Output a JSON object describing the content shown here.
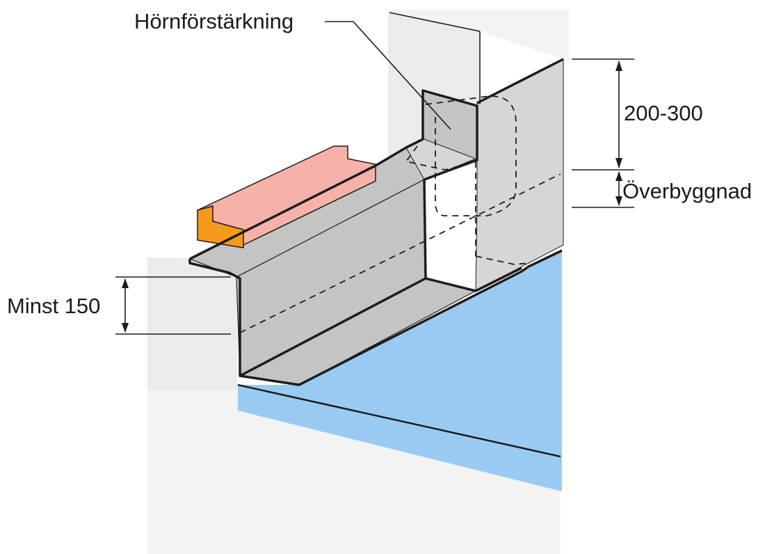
{
  "labels": {
    "corner_reinforcement": "Hörnförstärkning",
    "height_range": "200-300",
    "superstructure": "Överbyggnad",
    "minimum": "Minst 150"
  },
  "colors": {
    "background": "#ffffff",
    "wall": "#ebebeb",
    "wall_shadow": "#f3f3f3",
    "sheet_metal": "#c4c4c4",
    "sheet_metal_light": "#d6d6d6",
    "roof_membrane": "#99cbf2",
    "wood_face": "#f6b1a8",
    "wood_end": "#f59a1c",
    "line": "#1c1c1c"
  }
}
